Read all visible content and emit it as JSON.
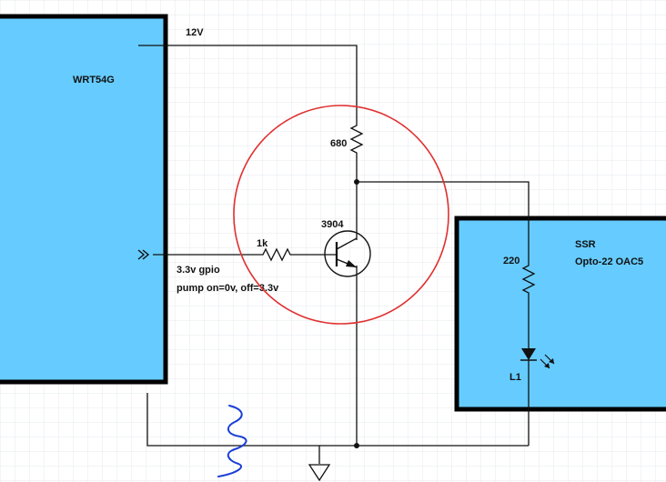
{
  "blocks": {
    "router": {
      "label": "WRT54G",
      "fill": "#66ccff",
      "border": "#000000"
    },
    "ssr": {
      "label_line1": "SSR",
      "label_line2": "Opto-22 OAC5",
      "fill": "#66ccff",
      "border": "#000000"
    }
  },
  "labels": {
    "supply": "12V",
    "gpio": "3.3v gpio",
    "pump_note": "pump on=0v, off=3.3v",
    "r_collector": "680",
    "transistor": "3904",
    "r_base": "1k",
    "r_led": "220",
    "led": "L1"
  },
  "colors": {
    "wire": "#111111",
    "highlight_circle": "#e03030",
    "scribble": "#1a3fd6",
    "grid": "#e4e8ee"
  }
}
